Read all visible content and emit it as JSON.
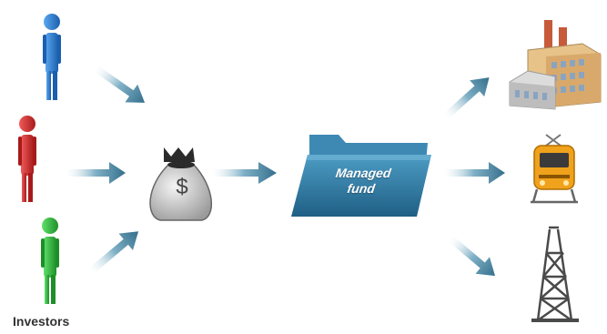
{
  "labels": {
    "investors": "Investors",
    "fund_line1": "Managed",
    "fund_line2": "fund",
    "currency_symbol": "$"
  },
  "colors": {
    "investor_blue": "#2f7fd0",
    "investor_red": "#d62b2b",
    "investor_green": "#2fbf3a",
    "arrow": "#3f7e9a",
    "folder": "#2f7fa8",
    "money_bag": "#c9c9c9",
    "train": "#f0a21c"
  },
  "icons": [
    "person-icon",
    "money-bag-icon",
    "folder-icon",
    "factory-icon",
    "train-icon",
    "oil-rig-icon",
    "arrow-icon"
  ]
}
